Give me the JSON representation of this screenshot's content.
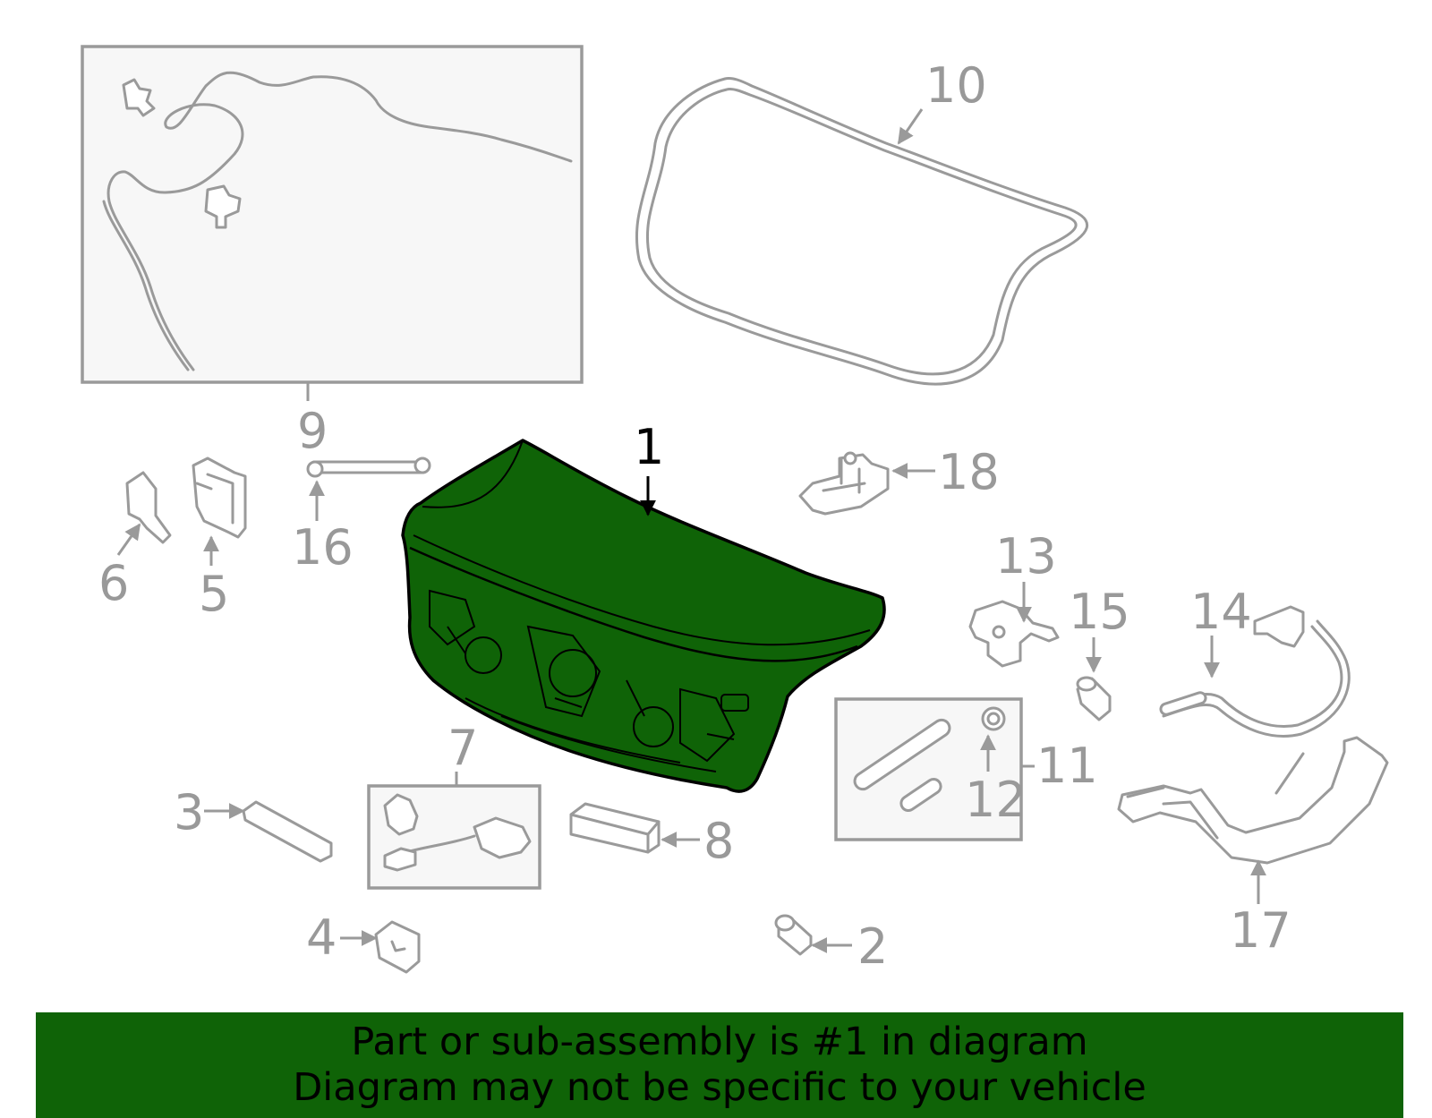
{
  "diagram": {
    "highlight_color": "#0f6307",
    "callouts": [
      {
        "id": "1",
        "highlighted": true
      },
      {
        "id": "2"
      },
      {
        "id": "3"
      },
      {
        "id": "4"
      },
      {
        "id": "5"
      },
      {
        "id": "6"
      },
      {
        "id": "7"
      },
      {
        "id": "8"
      },
      {
        "id": "9"
      },
      {
        "id": "10"
      },
      {
        "id": "11"
      },
      {
        "id": "12"
      },
      {
        "id": "13"
      },
      {
        "id": "14"
      },
      {
        "id": "15"
      },
      {
        "id": "16"
      },
      {
        "id": "17"
      },
      {
        "id": "18"
      }
    ]
  },
  "banner": {
    "line1": "Part or sub-assembly is #1 in diagram",
    "line2": "Diagram may not be specific to your vehicle",
    "background": "#0f6307"
  }
}
